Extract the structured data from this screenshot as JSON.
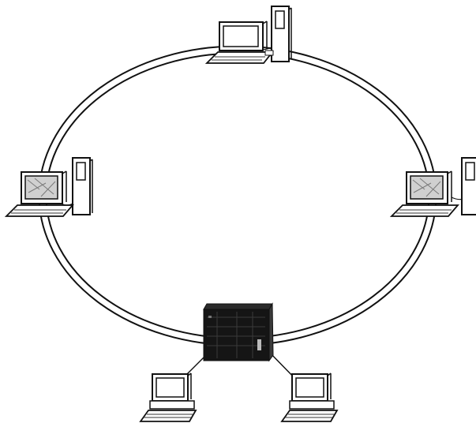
{
  "diagram": {
    "type": "ring-network",
    "colors": {
      "background": "#ffffff",
      "line": "#111111",
      "ring_fill": "#ffffff",
      "hub_fill": "#151515",
      "screen_fill": "#d9d9d9"
    },
    "ring": {
      "name": "ring-cable"
    },
    "hub": {
      "name": "network-hub",
      "icon": "server-cabinet-icon"
    },
    "ring_nodes": [
      {
        "name": "workstation-top",
        "icon": "desktop-computer-icon",
        "screen": "blank"
      },
      {
        "name": "workstation-left",
        "icon": "desktop-computer-icon",
        "screen": "image"
      },
      {
        "name": "workstation-right",
        "icon": "desktop-computer-icon",
        "screen": "image"
      }
    ],
    "hub_clients": [
      {
        "name": "client-left",
        "icon": "desktop-computer-icon"
      },
      {
        "name": "client-right",
        "icon": "desktop-computer-icon"
      }
    ]
  }
}
